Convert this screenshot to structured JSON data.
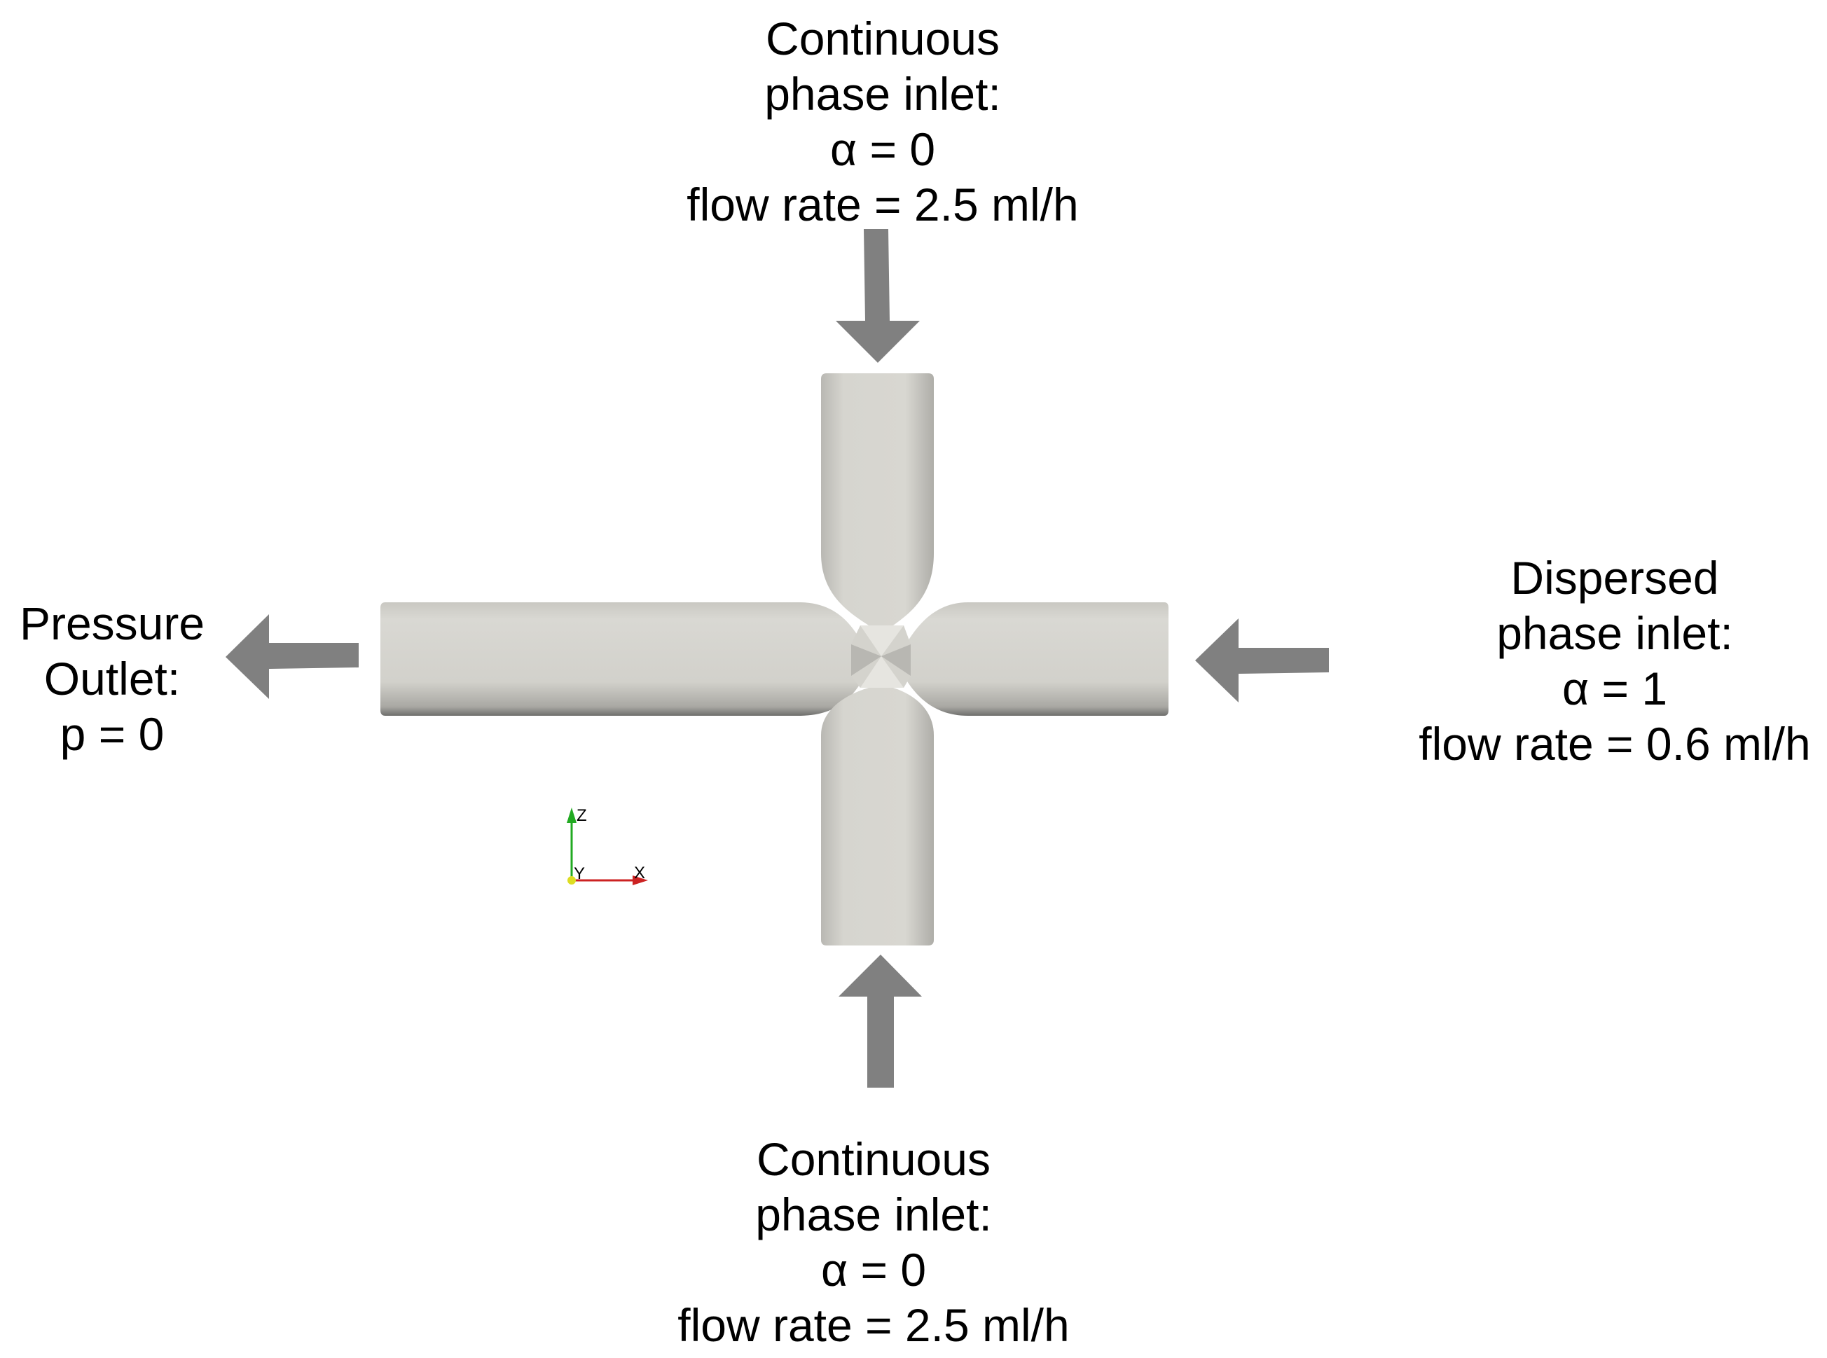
{
  "labels": {
    "top_inlet": {
      "line1": "Continuous",
      "line2": "phase inlet:",
      "line3": "α = 0",
      "line4": "flow rate = 2.5 ml/h"
    },
    "bottom_inlet": {
      "line1": "Continuous",
      "line2": "phase inlet:",
      "line3": "α = 0",
      "line4": "flow rate = 2.5 ml/h"
    },
    "right_inlet": {
      "line1": "Dispersed",
      "line2": "phase inlet:",
      "line3": "α = 1",
      "line4": "flow rate = 0.6 ml/h"
    },
    "left_outlet": {
      "line1": "Pressure",
      "line2": "Outlet:",
      "line3": "p = 0"
    }
  },
  "axes_triad": {
    "z": "Z",
    "y": "Y",
    "x": "X"
  },
  "colors": {
    "arrow": "#808080",
    "channel_fill": "#d6d5cf",
    "channel_edge": "#8a8a86",
    "axis_z": "#22aa22",
    "axis_x": "#cc2222",
    "axis_y": "#dddd22"
  }
}
